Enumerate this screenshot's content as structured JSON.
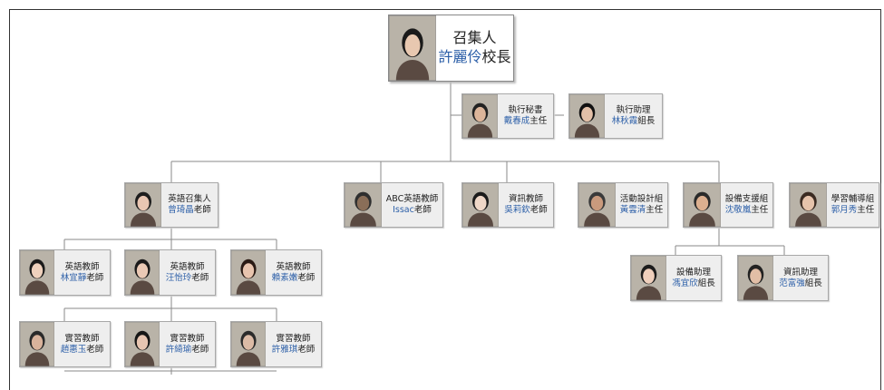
{
  "convener": {
    "role": "召集人",
    "name": "許麗伶",
    "title": "校長"
  },
  "secretary": {
    "role": "執行秘書",
    "name": "戴春成",
    "title": "主任"
  },
  "assistant": {
    "role": "執行助理",
    "name": "林秋霞",
    "title": "組長"
  },
  "english_convener": {
    "role": "英語召集人",
    "name": "曾琦晶",
    "title": "老師"
  },
  "abc_teacher": {
    "role": "ABC英語教師",
    "name": "Issac",
    "title": "老師"
  },
  "it_teacher": {
    "role": "資訊教師",
    "name": "吳莉欽",
    "title": "老師"
  },
  "activity": {
    "role": "活動設計組",
    "name": "黃雲清",
    "title": "主任"
  },
  "equipment": {
    "role": "設備支援組",
    "name": "沈敬嵐",
    "title": "主任"
  },
  "tutoring": {
    "role": "學習輔導組",
    "name": "郭月秀",
    "title": "主任"
  },
  "english_teachers": [
    {
      "role": "英語教師",
      "name": "林宜靜",
      "title": "老師"
    },
    {
      "role": "英語教師",
      "name": "汪怡玲",
      "title": "老師"
    },
    {
      "role": "英語教師",
      "name": "賴素嫩",
      "title": "老師"
    }
  ],
  "intern_teachers": [
    {
      "role": "實習教師",
      "name": "趙惠玉",
      "title": "老師"
    },
    {
      "role": "實習教師",
      "name": "許綺瑜",
      "title": "老師"
    },
    {
      "role": "實習教師",
      "name": "許雅琪",
      "title": "老師"
    }
  ],
  "equipment_assistant": {
    "role": "設備助理",
    "name": "馮宜欣",
    "title": "組長"
  },
  "it_assistant": {
    "role": "資訊助理",
    "name": "范富強",
    "title": "組長"
  },
  "colors": {
    "name_highlight": "#2c5fa8",
    "box_bg": "#eeeeee",
    "border": "#a8a8a8",
    "line": "#8a8a8a"
  }
}
